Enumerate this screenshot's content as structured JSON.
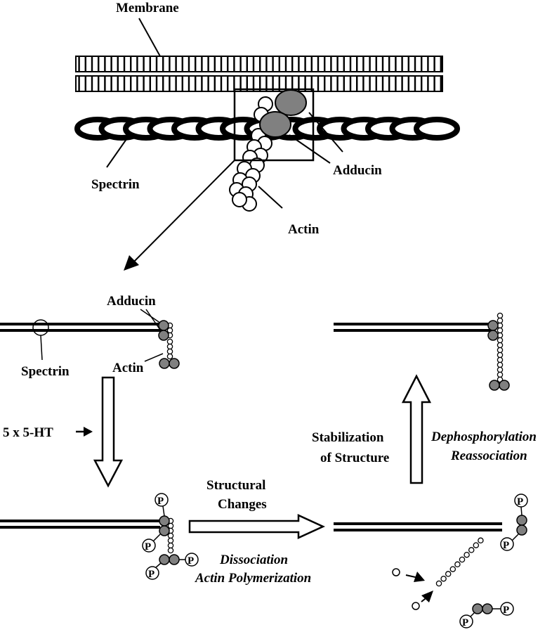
{
  "top": {
    "membrane": "Membrane",
    "spectrin": "Spectrin",
    "adducin": "Adducin",
    "actin": "Actin"
  },
  "stages": {
    "start": {
      "adducin": "Adducin",
      "spectrin": "Spectrin",
      "actin": "Actin"
    },
    "stimulus": "5 x 5-HT",
    "structural_changes": [
      "Structural",
      "Changes"
    ],
    "dissociation": [
      "Dissociation",
      "Actin Polymerization"
    ],
    "stabilization": [
      "Stabilization",
      "of Structure"
    ],
    "dephosphorylation": [
      "Dephosphorylation",
      "Reassociation"
    ]
  },
  "symbols": {
    "phosphate": "P"
  },
  "colors": {
    "line": "#000000",
    "adducin_fill": "#808080",
    "actin_fill": "#ffffff"
  }
}
